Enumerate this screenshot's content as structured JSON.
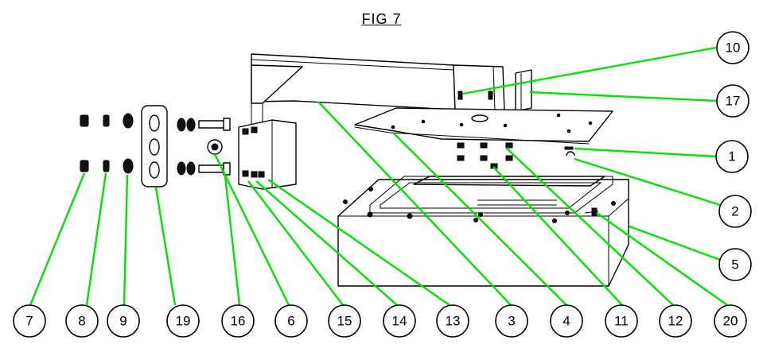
{
  "figure": {
    "title": "FIG 7"
  },
  "callouts": [
    {
      "id": "c10",
      "label": "10"
    },
    {
      "id": "c17",
      "label": "17"
    },
    {
      "id": "c1",
      "label": "1"
    },
    {
      "id": "c2",
      "label": "2"
    },
    {
      "id": "c5",
      "label": "5"
    },
    {
      "id": "c7",
      "label": "7"
    },
    {
      "id": "c8",
      "label": "8"
    },
    {
      "id": "c9",
      "label": "9"
    },
    {
      "id": "c19",
      "label": "19"
    },
    {
      "id": "c16",
      "label": "16"
    },
    {
      "id": "c6",
      "label": "6"
    },
    {
      "id": "c15",
      "label": "15"
    },
    {
      "id": "c14",
      "label": "14"
    },
    {
      "id": "c13",
      "label": "13"
    },
    {
      "id": "c3",
      "label": "3"
    },
    {
      "id": "c4",
      "label": "4"
    },
    {
      "id": "c11",
      "label": "11"
    },
    {
      "id": "c12",
      "label": "12"
    },
    {
      "id": "c20",
      "label": "20"
    }
  ],
  "colors": {
    "leader": "#00e200",
    "line": "#000000",
    "background": "#ffffff"
  }
}
